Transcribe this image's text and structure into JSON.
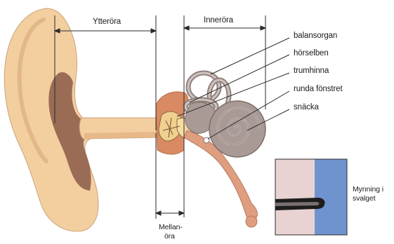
{
  "labels": {
    "outer_ear": "Ytteröra",
    "inner_ear": "Inneröra",
    "middle_ear_line1": "Mellan-",
    "middle_ear_line2": "öra",
    "balance_organ": "balansorgan",
    "ossicles": "hörselben",
    "eardrum": "trumhinna",
    "round_window": "runda fönstret",
    "cochlea": "snäcka",
    "throat_opening_line1": "Mynning i",
    "throat_opening_line2": "svalget"
  },
  "colors": {
    "skin": "#f3cf9f",
    "skin_shadow": "#e7b888",
    "ear_canal_dark": "#9a6c55",
    "ear_bone": "#d98a62",
    "inner_ear_grey": "#a99a95",
    "tube": "#df9e80",
    "inset_pink": "#e9d2d2",
    "inset_blue": "#6f93cf",
    "line": "#2b2b2b"
  }
}
